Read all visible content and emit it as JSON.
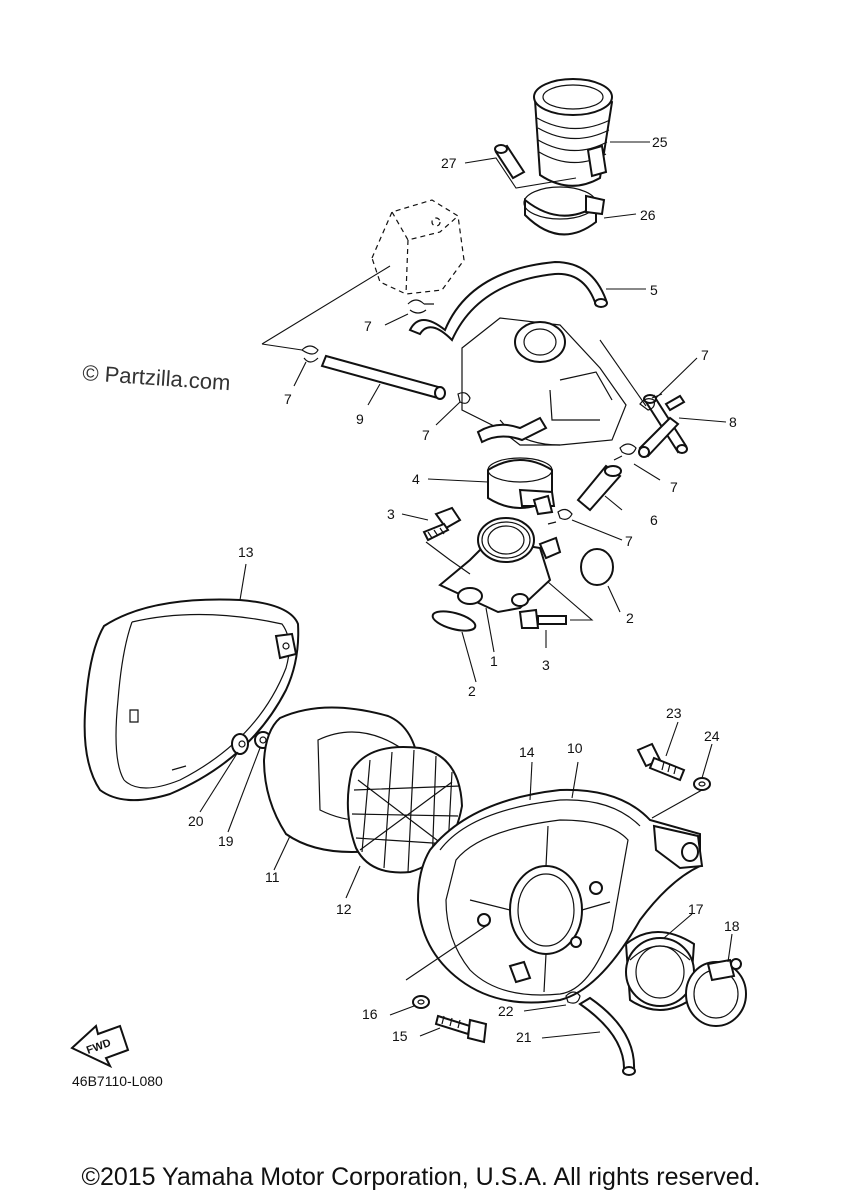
{
  "watermark": "© Partzilla.com",
  "diagram_code": "46B7110-L080",
  "fwd_label": "FWD",
  "copyright": "©2015 Yamaha Motor Corporation, U.S.A. All rights reserved.",
  "callouts": {
    "c1": "1",
    "c2a": "2",
    "c2b": "2",
    "c3a": "3",
    "c3b": "3",
    "c4": "4",
    "c5": "5",
    "c6": "6",
    "c7a": "7",
    "c7b": "7",
    "c7c": "7",
    "c7d": "7",
    "c7e": "7",
    "c7f": "7",
    "c8": "8",
    "c9": "9",
    "c10": "10",
    "c11": "11",
    "c12": "12",
    "c13": "13",
    "c14": "14",
    "c15": "15",
    "c16": "16",
    "c17": "17",
    "c18": "18",
    "c19": "19",
    "c20": "20",
    "c21": "21",
    "c22": "22",
    "c23": "23",
    "c24": "24",
    "c25": "25",
    "c26": "26",
    "c27": "27"
  }
}
